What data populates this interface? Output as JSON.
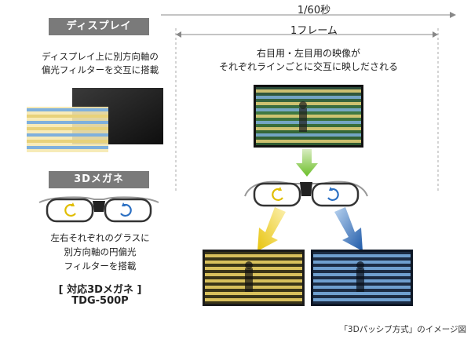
{
  "left": {
    "display_tag": "ディスプレイ",
    "display_desc": [
      "ディスプレイ上に別方向軸の",
      "偏光フィルターを交互に搭載"
    ],
    "glasses_tag": "3Dメガネ",
    "glasses_desc": [
      "左右それぞれのグラスに",
      "別方向軸の円偏光",
      "フィルターを搭載"
    ],
    "model_bracket": "[ 対応3Dメガネ ]",
    "model_name": "TDG-500P"
  },
  "timeline": {
    "period_label": "1/60秒",
    "frame_label": "1フレーム",
    "desc": [
      "右目用・左目用の映像が",
      "それぞれラインごとに交互に映しだされる"
    ]
  },
  "caption": "「3Dパッシブ方式」のイメージ図",
  "colors": {
    "filter_yellow": "#e8d27a",
    "filter_blue": "#7fb0dc",
    "arrow_green": "#6cbf2a",
    "arrow_yellow": "#e8c40e",
    "arrow_blue": "#1f5aa8",
    "tag_gray": "#7a7a7a"
  }
}
